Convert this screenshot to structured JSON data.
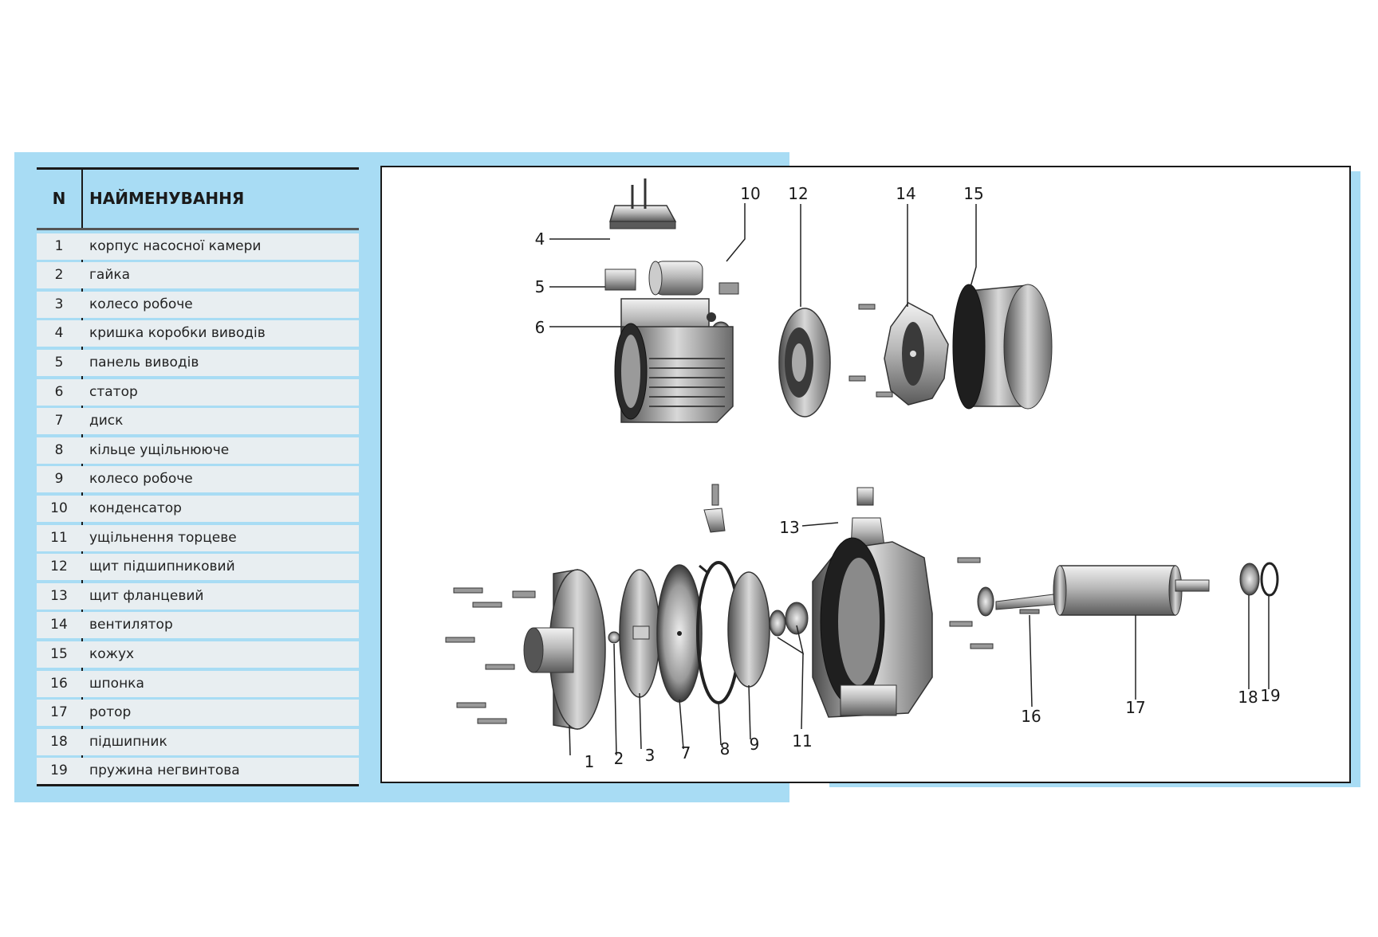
{
  "table": {
    "header_n": "N",
    "header_name": "НАЙМЕНУВАННЯ",
    "rows": [
      {
        "n": "1",
        "name": "корпус насосної камери"
      },
      {
        "n": "2",
        "name": "гайка"
      },
      {
        "n": "3",
        "name": "колесо робоче"
      },
      {
        "n": "4",
        "name": "кришка коробки виводів"
      },
      {
        "n": "5",
        "name": "панель виводів"
      },
      {
        "n": "6",
        "name": "статор"
      },
      {
        "n": "7",
        "name": "диск"
      },
      {
        "n": "8",
        "name": "кільце ущільнююче"
      },
      {
        "n": "9",
        "name": "колесо робоче"
      },
      {
        "n": "10",
        "name": "конденсатор"
      },
      {
        "n": "11",
        "name": "ущільнення торцеве"
      },
      {
        "n": "12",
        "name": "щит підшипниковий"
      },
      {
        "n": "13",
        "name": "щит фланцевий"
      },
      {
        "n": "14",
        "name": "вентилятор"
      },
      {
        "n": "15",
        "name": "кожух"
      },
      {
        "n": "16",
        "name": "шпонка"
      },
      {
        "n": "17",
        "name": "ротор"
      },
      {
        "n": "18",
        "name": "підшипник"
      },
      {
        "n": "19",
        "name": "пружина негвинтова"
      }
    ]
  },
  "diagram": {
    "callouts": [
      "1",
      "2",
      "3",
      "4",
      "5",
      "6",
      "7",
      "8",
      "9",
      "10",
      "11",
      "12",
      "13",
      "14",
      "15",
      "16",
      "17",
      "18",
      "19"
    ]
  },
  "colors": {
    "panel_background": "#a8dcf4",
    "row_background": "#e8eef1",
    "rule": "#1a1a1a"
  }
}
